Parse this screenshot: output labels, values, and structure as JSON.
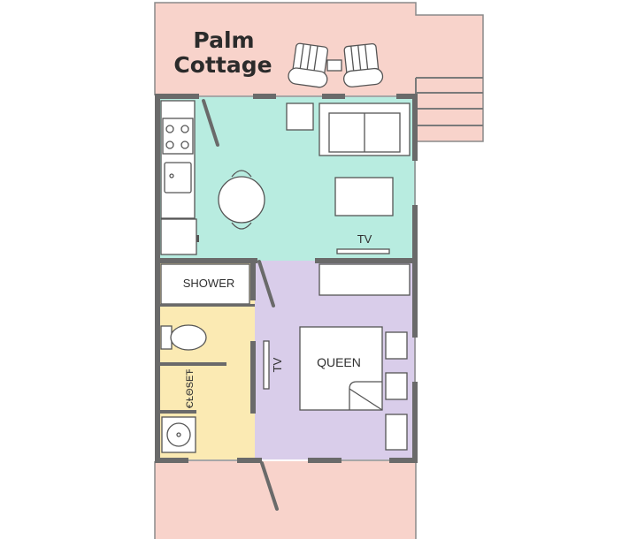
{
  "plan": {
    "title_line1": "Palm",
    "title_line2": "Cottage",
    "colors": {
      "porch": "#f8d3cb",
      "living": "#b8ece0",
      "bath": "#fbeab3",
      "bedroom": "#d9cdea",
      "wall": "#6a6a6a",
      "fixture_stroke": "#555555",
      "fixture_fill": "#ffffff"
    },
    "labels": {
      "tv_living": "TV",
      "shower": "SHOWER",
      "closet": "CLOSET",
      "tv_bedroom": "TV",
      "queen": "QUEEN"
    }
  }
}
